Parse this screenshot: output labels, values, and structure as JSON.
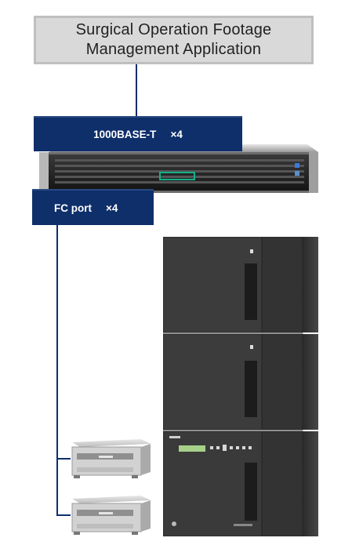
{
  "app": {
    "line1": "Surgical Operation Footage",
    "line2": "Management Application"
  },
  "network_label": {
    "name": "1000BASE-T",
    "multiplier": "×4"
  },
  "fc_label": {
    "name": "FC port",
    "multiplier": "×4"
  },
  "colors": {
    "label_bg": "#0f2f6b",
    "app_box_bg": "#d9d9d9",
    "app_box_border": "#bfbfbf",
    "connector": "#0f2f6b"
  },
  "icons": [
    "rack-server-icon",
    "tape-library-icon",
    "optical-drive-unit-icon"
  ]
}
